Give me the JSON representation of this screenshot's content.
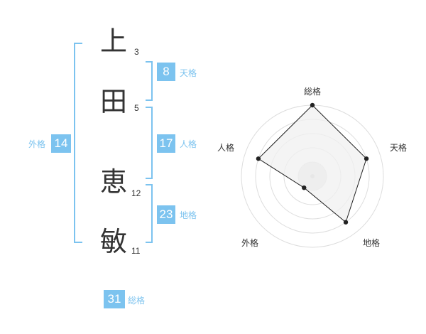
{
  "name": {
    "chars": [
      {
        "char": "上",
        "strokes": "3"
      },
      {
        "char": "田",
        "strokes": "5"
      },
      {
        "char": "恵",
        "strokes": "12"
      },
      {
        "char": "敏",
        "strokes": "11"
      }
    ]
  },
  "fortune": {
    "tenkaku": {
      "value": "8",
      "label": "天格"
    },
    "jinkaku": {
      "value": "17",
      "label": "人格"
    },
    "chikaku": {
      "value": "23",
      "label": "地格"
    },
    "gaikaku": {
      "value": "14",
      "label": "外格"
    },
    "soukaku": {
      "value": "31",
      "label": "総格"
    }
  },
  "colors": {
    "accent": "#7cc3ef",
    "text": "#333333",
    "radar_fill": "#f0f0f0",
    "radar_ring": "#dddddd"
  },
  "radar": {
    "axes": [
      "総格",
      "天格",
      "地格",
      "外格",
      "人格"
    ],
    "scale_max": 5,
    "levels": 5,
    "values": [
      5,
      4,
      4,
      1,
      4
    ]
  }
}
